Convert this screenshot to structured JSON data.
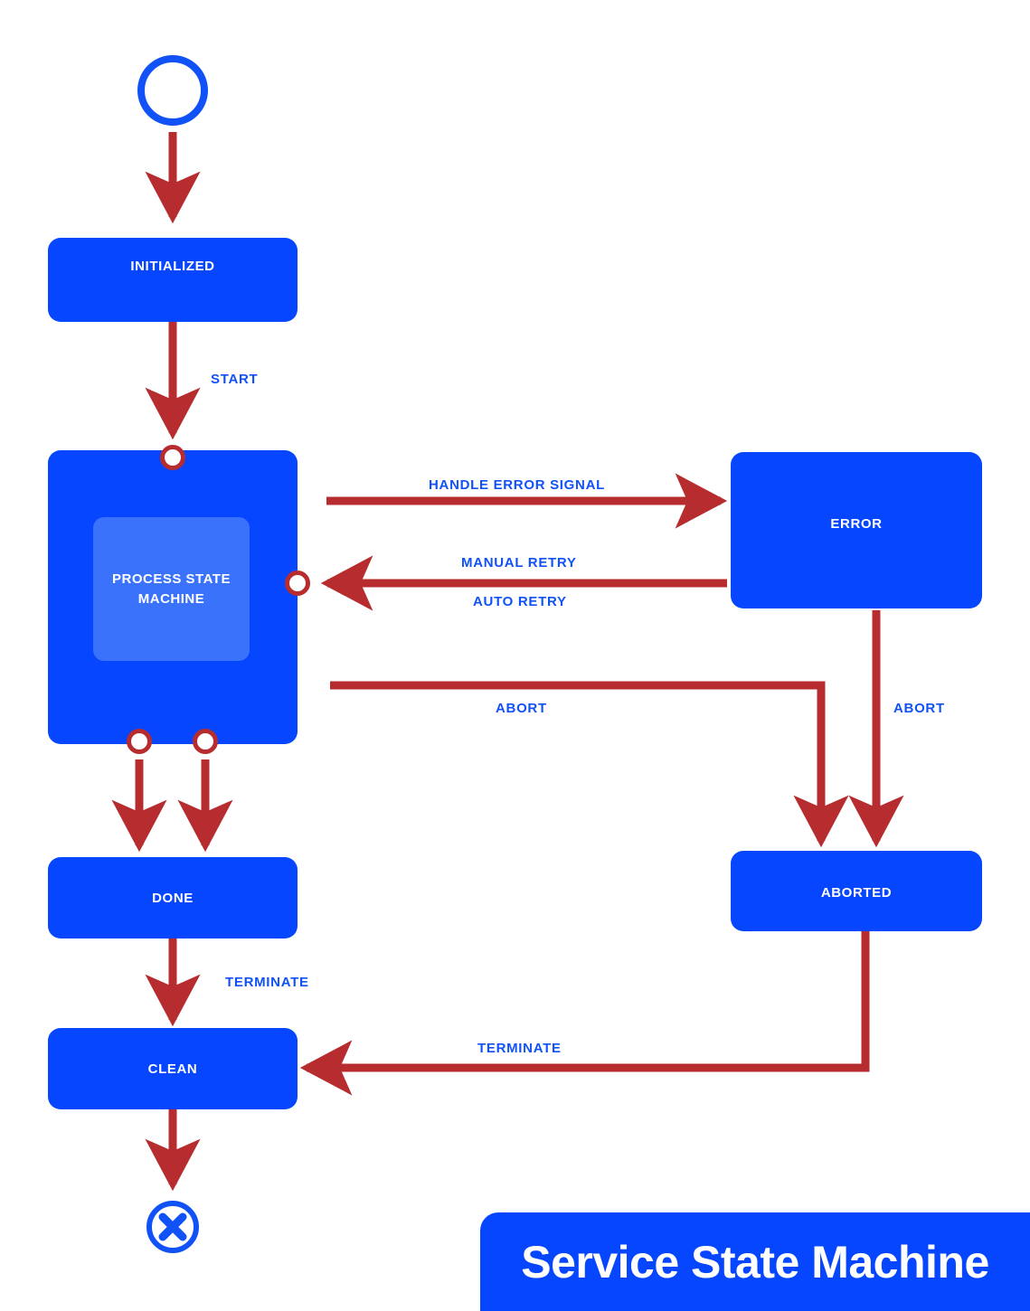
{
  "diagram": {
    "title": "Service State Machine",
    "colors": {
      "state_fill": "#0646fe",
      "inner_state_fill": "#3b72fc",
      "transition": "#b72d2f",
      "label": "#1152f7",
      "state_text": "#ffffff",
      "background": "#ffffff"
    },
    "start_node": "initial-pseudostate",
    "end_node": "final-state-terminate"
  },
  "states": [
    {
      "id": "initialized",
      "label": "INITIALIZED"
    },
    {
      "id": "process",
      "label": "PROCESS STATE\nMACHINE",
      "line1": "PROCESS STATE",
      "line2": "MACHINE"
    },
    {
      "id": "error",
      "label": "ERROR"
    },
    {
      "id": "done",
      "label": "DONE"
    },
    {
      "id": "aborted",
      "label": "ABORTED"
    },
    {
      "id": "clean",
      "label": "CLEAN"
    }
  ],
  "transitions": [
    {
      "id": "t-start",
      "from": "initialized",
      "to": "process",
      "label": "START"
    },
    {
      "id": "t-handle-error",
      "from": "process",
      "to": "error",
      "label": "HANDLE ERROR SIGNAL"
    },
    {
      "id": "t-manual-retry",
      "from": "error",
      "to": "process",
      "label": "MANUAL RETRY"
    },
    {
      "id": "t-auto-retry",
      "from": "error",
      "to": "process",
      "label": "AUTO RETRY"
    },
    {
      "id": "t-abort-process",
      "from": "process",
      "to": "aborted",
      "label": "ABORT"
    },
    {
      "id": "t-abort-error",
      "from": "error",
      "to": "aborted",
      "label": "ABORT"
    },
    {
      "id": "t-terminate-done",
      "from": "done",
      "to": "clean",
      "label": "TERMINATE"
    },
    {
      "id": "t-terminate-aborted",
      "from": "aborted",
      "to": "clean",
      "label": "TERMINATE"
    }
  ],
  "ports": [
    {
      "id": "port-process-top"
    },
    {
      "id": "port-process-right"
    },
    {
      "id": "port-process-bottom-left"
    },
    {
      "id": "port-process-bottom-right"
    }
  ]
}
